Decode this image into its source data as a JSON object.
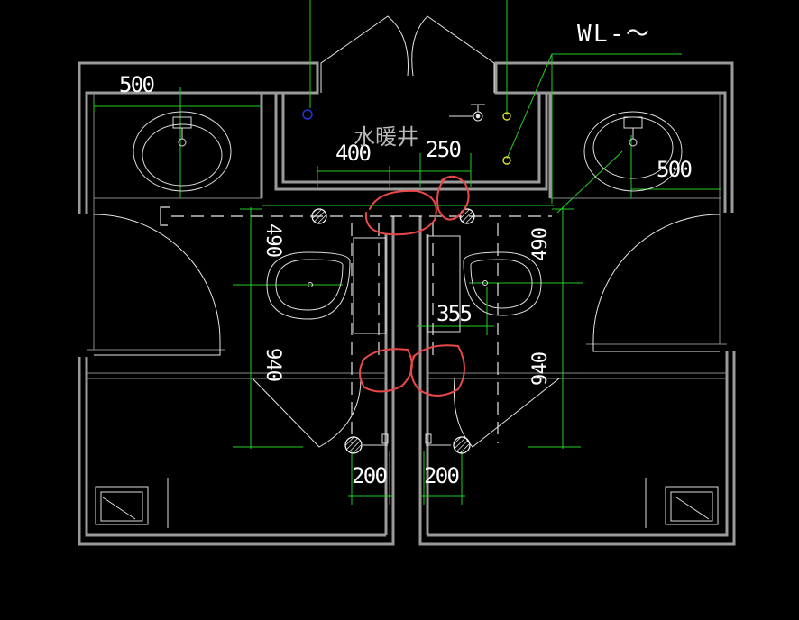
{
  "labels": {
    "shaft": "水暖井",
    "pipe_tag": "WL-～"
  },
  "dimensions": {
    "top_left": "500",
    "right_basin": "500",
    "shaft_left": "400",
    "shaft_right": "250",
    "left_upper_vertical": "490",
    "right_upper_vertical": "490",
    "center": "355",
    "left_lower_vertical": "940",
    "right_lower_vertical": "940",
    "bottom_left": "200",
    "bottom_right": "200"
  },
  "colors": {
    "background": "#000000",
    "wall": "#9a9a9a",
    "dimension": "#22cc22",
    "fixture": "#dddddd",
    "pipe_marker": "#e0e020",
    "annotation": "#e84848",
    "drain": "#2233dd"
  },
  "icons": [
    "washbasin-icon",
    "toilet-icon",
    "floor-drain-icon",
    "pipe-riser-icon",
    "mop-sink-icon"
  ]
}
